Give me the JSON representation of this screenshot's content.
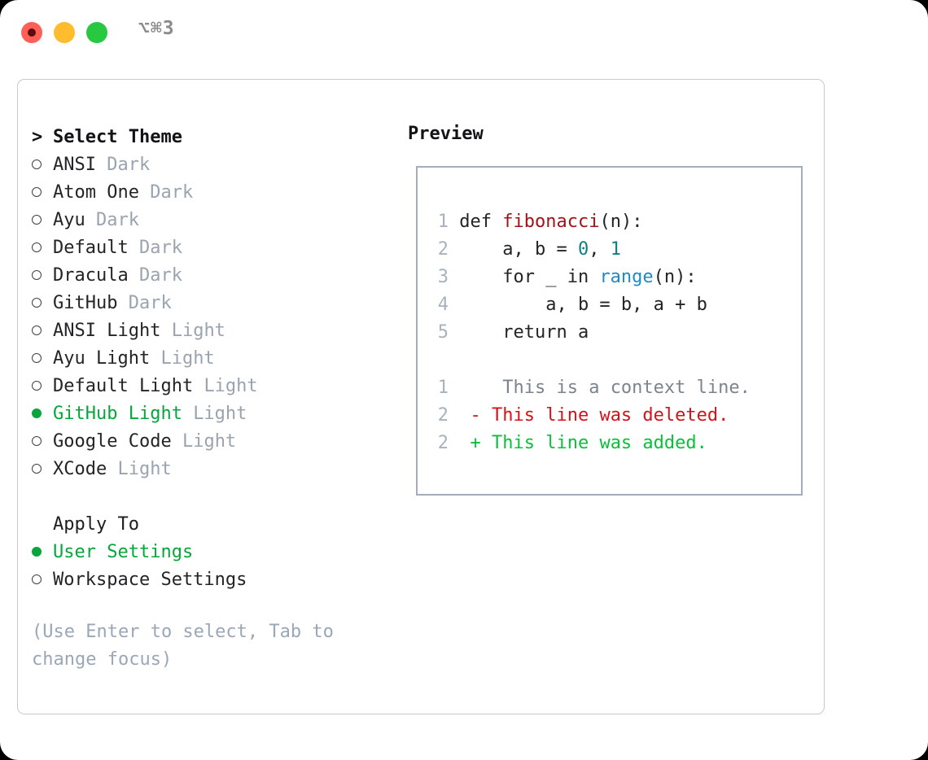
{
  "titlebar": {
    "shortcut": "⌥⌘3",
    "buttons": [
      {
        "name": "close",
        "color": "#ff5f57"
      },
      {
        "name": "minimize",
        "color": "#febc2e"
      },
      {
        "name": "maximize",
        "color": "#28c840"
      }
    ]
  },
  "theme_list": {
    "header_marker": ">",
    "header": "Select Theme",
    "items": [
      {
        "marker": "o",
        "name": "ANSI",
        "variant": "Dark",
        "selected": false
      },
      {
        "marker": "o",
        "name": "Atom One",
        "variant": "Dark",
        "selected": false
      },
      {
        "marker": "o",
        "name": "Ayu",
        "variant": "Dark",
        "selected": false
      },
      {
        "marker": "o",
        "name": "Default",
        "variant": "Dark",
        "selected": false
      },
      {
        "marker": "o",
        "name": "Dracula",
        "variant": "Dark",
        "selected": false
      },
      {
        "marker": "o",
        "name": "GitHub",
        "variant": "Dark",
        "selected": false
      },
      {
        "marker": "o",
        "name": "ANSI Light",
        "variant": "Light",
        "selected": false
      },
      {
        "marker": "o",
        "name": "Ayu Light",
        "variant": "Light",
        "selected": false
      },
      {
        "marker": "o",
        "name": "Default Light",
        "variant": "Light",
        "selected": false
      },
      {
        "marker": "●",
        "name": "GitHub Light",
        "variant": "Light",
        "selected": true
      },
      {
        "marker": "o",
        "name": "Google Code",
        "variant": "Light",
        "selected": false
      },
      {
        "marker": "o",
        "name": "XCode",
        "variant": "Light",
        "selected": false
      }
    ]
  },
  "apply_to": {
    "header": "Apply To",
    "options": [
      {
        "label": "User Settings",
        "selected": true
      },
      {
        "label": "Workspace Settings",
        "selected": false
      }
    ]
  },
  "hint": "(Use Enter to select, Tab to change focus)",
  "preview": {
    "label": "Preview",
    "code_lines": [
      {
        "lineno": "1",
        "tokens": [
          {
            "text": "def ",
            "style": "plain"
          },
          {
            "text": "fibonacci",
            "style": "fn"
          },
          {
            "text": "(n):",
            "style": "plain"
          }
        ]
      },
      {
        "lineno": "2",
        "tokens": [
          {
            "text": "    a, b = ",
            "style": "plain"
          },
          {
            "text": "0",
            "style": "num"
          },
          {
            "text": ", ",
            "style": "plain"
          },
          {
            "text": "1",
            "style": "num"
          }
        ]
      },
      {
        "lineno": "3",
        "tokens": [
          {
            "text": "    for _ in ",
            "style": "plain"
          },
          {
            "text": "range",
            "style": "builtin"
          },
          {
            "text": "(n):",
            "style": "plain"
          }
        ]
      },
      {
        "lineno": "4",
        "tokens": [
          {
            "text": "        a, b = b, a + b",
            "style": "plain"
          }
        ]
      },
      {
        "lineno": "5",
        "tokens": [
          {
            "text": "    return a",
            "style": "plain"
          }
        ]
      }
    ],
    "diff_lines": [
      {
        "lineno": "1",
        "sign": " ",
        "text": "  This is a context line.",
        "kind": "context"
      },
      {
        "lineno": "2",
        "sign": "-",
        "text": " This line was deleted.",
        "kind": "deleted"
      },
      {
        "lineno": "2",
        "sign": "+",
        "text": " This line was added.",
        "kind": "added"
      }
    ]
  },
  "colors": {
    "accent_green": "#07a63c",
    "diff_added": "#07c13a",
    "diff_deleted": "#d81118",
    "function_red": "#a01419",
    "number_teal": "#0e8080",
    "builtin_blue": "#1a8cc8",
    "muted_gray": "#9aa4b0",
    "border": "#c3cad4"
  }
}
